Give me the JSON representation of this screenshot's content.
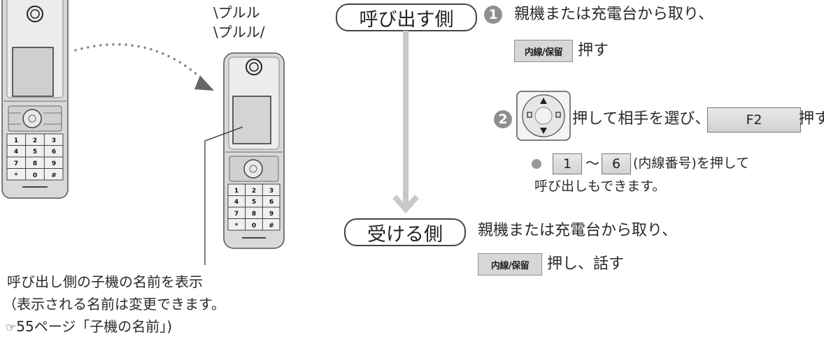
{
  "sound": {
    "line1": "プルル",
    "line2": "プルル"
  },
  "caller": {
    "label": "呼び出す側",
    "step1": {
      "num": "1",
      "text": "親機または充電台から取り、",
      "button": "内線/保留",
      "after": "押す"
    },
    "step2": {
      "num": "2",
      "text": "押して相手を選び、",
      "f2": "F2",
      "after": "押す"
    },
    "hint": {
      "key1": "1",
      "tilde": "～",
      "key2": "6",
      "text": "(内線番号)を押して",
      "text2": "呼び出しもできます。"
    }
  },
  "receiver": {
    "label": "受ける側",
    "text": "親機または充電台から取り、",
    "button": "内線/保留",
    "after": "押し、話す"
  },
  "note": {
    "line1": "呼び出し側の子機の名前を表示",
    "line2": "（表示される名前は変更できます。",
    "ref_icon": "☞",
    "line3": "55ページ「子機の名前」)"
  },
  "keypad": [
    "1",
    "2",
    "3",
    "4",
    "5",
    "6",
    "7",
    "8",
    "9",
    "*",
    "0",
    "#"
  ]
}
